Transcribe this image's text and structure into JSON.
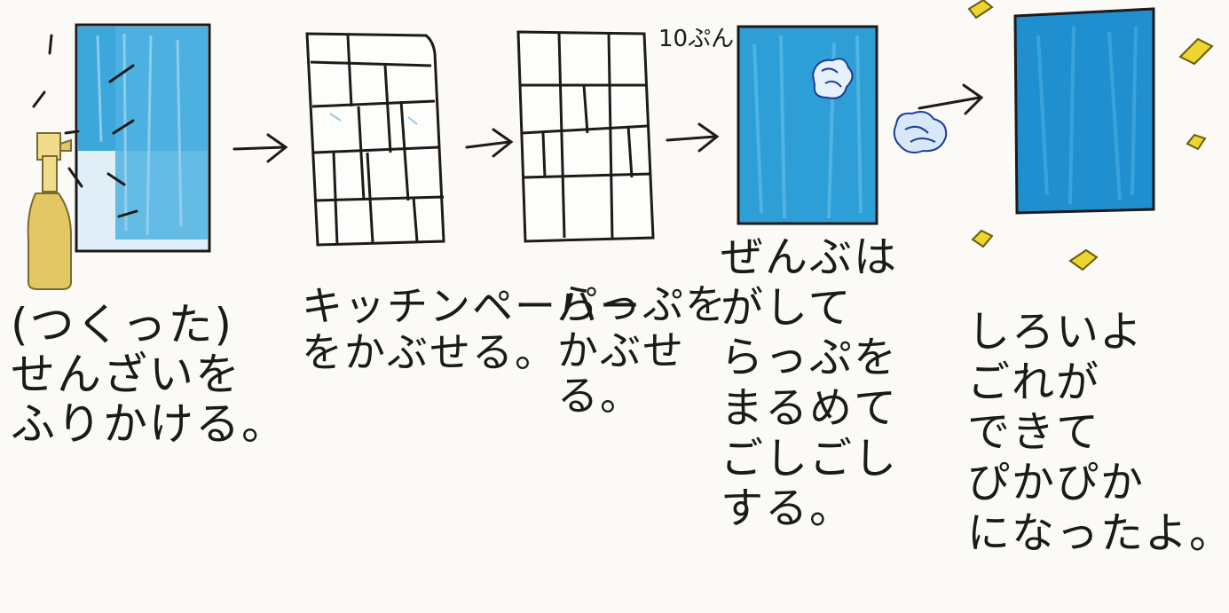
{
  "colors": {
    "window_blue": "#2a9fd6",
    "ink": "#1f1a1a",
    "spray_bottle": "#e3c764",
    "sparkle": "#ecd52c",
    "paper": "#fbfaf6"
  },
  "icons": [
    "spray-bottle-icon",
    "arrow-right-icon",
    "sparkle-icon",
    "crumpled-wrap-icon"
  ],
  "steps": [
    {
      "caption": "(つくった)\nせんざいを\nふりかける。"
    },
    {
      "caption": "キッチンペーパー\nをかぶせる。"
    },
    {
      "caption": "らっぷを\nかぶせ\nる。"
    },
    {
      "caption": "ぜんぶは\nがして\nらっぷを\nまるめて\nごしごし\nする。",
      "time_label": "10ぷん"
    },
    {
      "caption": "しろいよ\nごれが\nできて\nぴかぴか\nになったよ。"
    }
  ]
}
